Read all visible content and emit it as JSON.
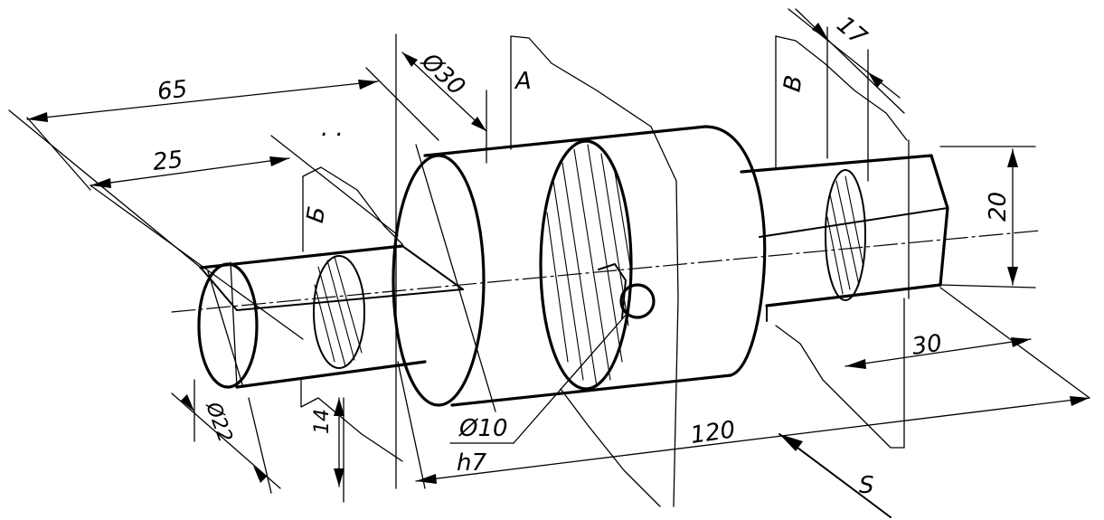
{
  "drawing": {
    "labels": {
      "dim_65": "65",
      "dim_25": "25",
      "dim_30_diameter": "Ø30",
      "dim_17": "17",
      "dim_20": "20",
      "dim_30": "30",
      "dim_120": "120",
      "dim_22_diameter": "Ø22",
      "dim_14": "14",
      "hole_fit_top": "Ø10",
      "hole_fit_bottom": "h7",
      "section_a": "A",
      "section_b_cyr": "Б",
      "section_v_cyr": "В",
      "view_s": "S",
      "dots": ". ."
    }
  }
}
